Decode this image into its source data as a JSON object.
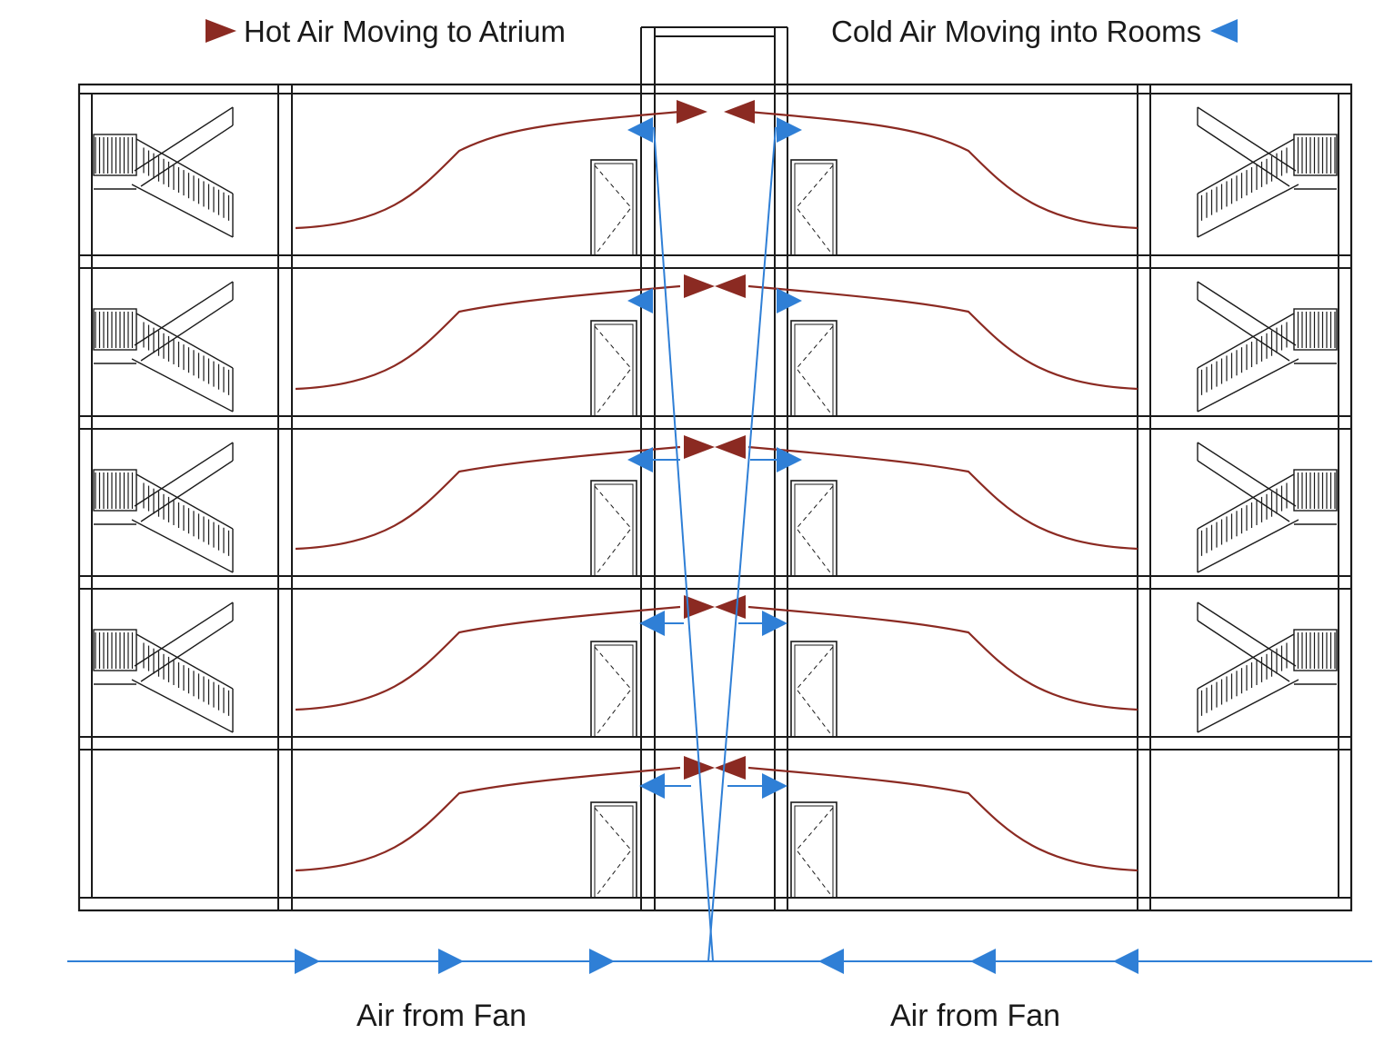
{
  "legend": {
    "hot_label": "Hot Air Moving to Atrium",
    "cold_label": "Cold Air Moving into Rooms"
  },
  "fan": {
    "left_label": "Air from Fan",
    "right_label": "Air from Fan"
  },
  "building": {
    "floors": 5,
    "stairs_on_floors": [
      2,
      3,
      4,
      5
    ]
  },
  "colors": {
    "hot_air": "#8b2a22",
    "cold_air": "#2f7fd6",
    "structure": "#1a1a1a"
  }
}
